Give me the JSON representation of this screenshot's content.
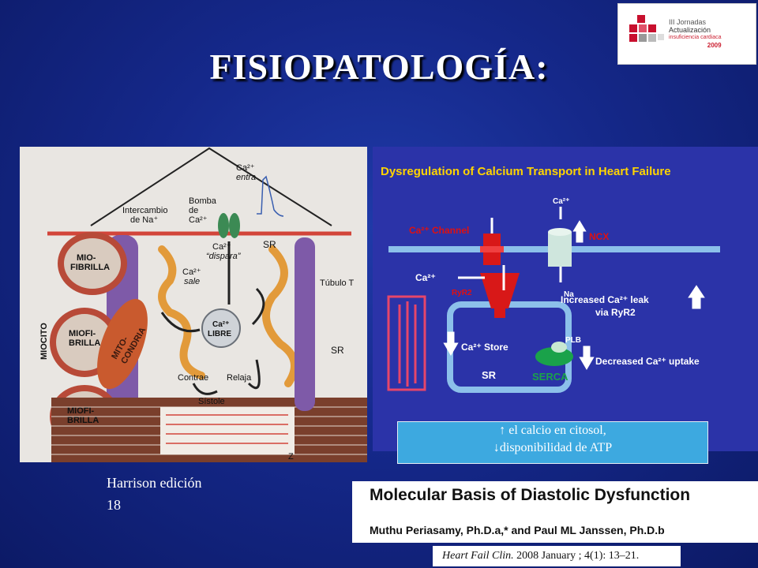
{
  "slide": {
    "title": "FISIOPATOLOGÍA:",
    "logo": {
      "line1": "III Jornadas",
      "line2": "Actualización",
      "line3": "insuficiencia cardiaca",
      "line4": "2009"
    }
  },
  "left_figure": {
    "labels": {
      "ca_entra": "Ca²⁺",
      "entra": "entra",
      "intercambio": "Intercambio",
      "de_na": "de Na⁺",
      "bomba": "Bomba",
      "de": "de",
      "ca2": "Ca²⁺",
      "ca_dispara": "Ca²⁺",
      "dispara": "“dispara”",
      "sr_top": "SR",
      "miofibrilla_top1": "MIO-",
      "miofibrilla_top2": "FIBRILLA",
      "ca_sale": "Ca²⁺",
      "sale": "sale",
      "tubulo_t": "Túbulo T",
      "ca_libre": "Ca²⁺",
      "libre": "LIBRE",
      "miocito": "MIOCITO",
      "miofibrilla_mid1": "MIOFI-",
      "miofibrilla_mid2": "BRILLA",
      "mitocondria1": "MITO-",
      "mitocondria2": "CONDRIA",
      "sr_right": "SR",
      "contrae": "Contrae",
      "relaja": "Relaja",
      "sistole": "Sístole",
      "miofibrilla_bot1": "MIOFI-",
      "miofibrilla_bot2": "BRILLA",
      "z": "Z"
    }
  },
  "right_figure": {
    "title": "Dysregulation of Calcium Transport in Heart Failure",
    "labels": {
      "ca_channel": "Ca²⁺ Channel",
      "ca_top": "Ca²⁺",
      "ncx": "NCX",
      "na": "Na",
      "ca_left": "Ca²⁺",
      "ryr2": "RyR2",
      "leak1": "Increased Ca²⁺ leak",
      "leak2": "via RyR2",
      "store": "Ca²⁺ Store",
      "plb": "PLB",
      "uptake": "Decreased Ca²⁺ uptake",
      "sr": "SR",
      "serca": "SERCA"
    }
  },
  "callout": {
    "line1": "↑ el calcio en citosol,",
    "line2": "↓disponibilidad de ATP"
  },
  "caption": {
    "line1": "Harrison edición",
    "line2": "18"
  },
  "paper": {
    "title": "Molecular Basis of Diastolic Dysfunction",
    "authors": "Muthu Periasamy, Ph.D.a,* and Paul ML Janssen, Ph.D.b",
    "journal_italic": "Heart Fail Clin.",
    "journal_rest": " 2008 January ; 4(1): 13–21."
  },
  "colors": {
    "background": "#15288a",
    "callout": "#3da9e0",
    "right_fig_bg": "#2b33a8",
    "highlight_red": "#e01010",
    "serca_green": "#1aa24a"
  }
}
